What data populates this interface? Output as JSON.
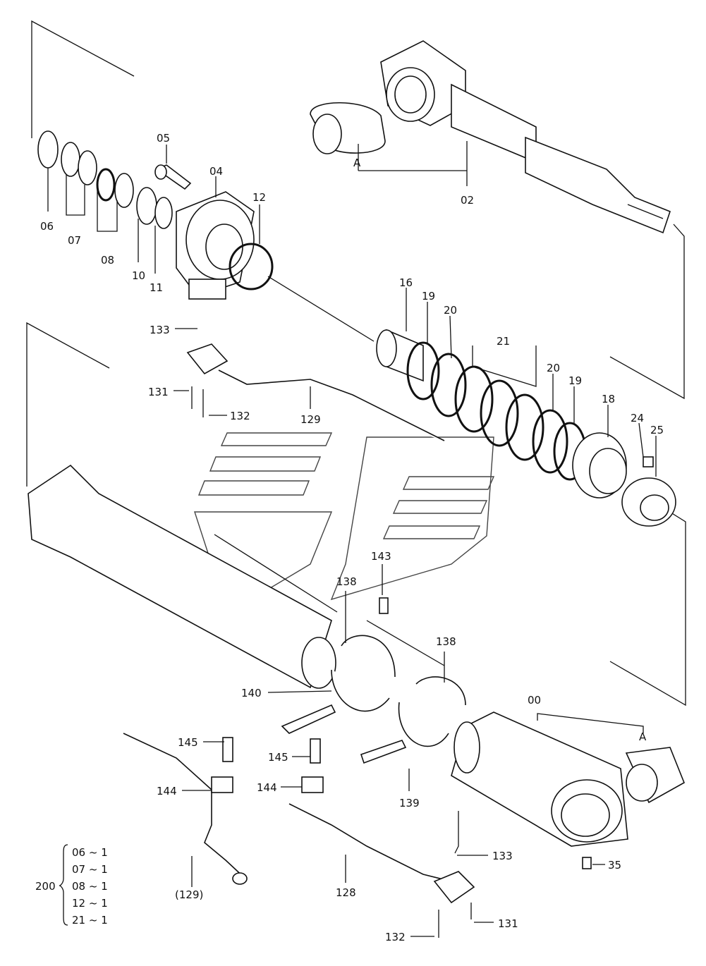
{
  "labels": {
    "p00": "00",
    "p02": "02",
    "p04": "04",
    "p05": "05",
    "p06": "06",
    "p07": "07",
    "p08": "08",
    "p10": "10",
    "p11": "11",
    "p12": "12",
    "p16": "16",
    "p18": "18",
    "p19a": "19",
    "p19b": "19",
    "p20a": "20",
    "p20b": "20",
    "p21": "21",
    "p24": "24",
    "p25": "25",
    "p35": "35",
    "p128": "128",
    "p129": "129",
    "p129b": "(129)",
    "p131a": "131",
    "p131b": "131",
    "p132a": "132",
    "p132b": "132",
    "p133a": "133",
    "p133b": "133",
    "p138a": "138",
    "p138b": "138",
    "p139": "139",
    "p140": "140",
    "p143": "143",
    "p144a": "144",
    "p144b": "144",
    "p145a": "145",
    "p145b": "145",
    "refA1": "A",
    "refA2": "A"
  },
  "kit": {
    "number": "200",
    "items": [
      "06 ~ 1",
      "07 ~ 1",
      "08 ~ 1",
      "12 ~ 1",
      "21 ~ 1"
    ]
  }
}
